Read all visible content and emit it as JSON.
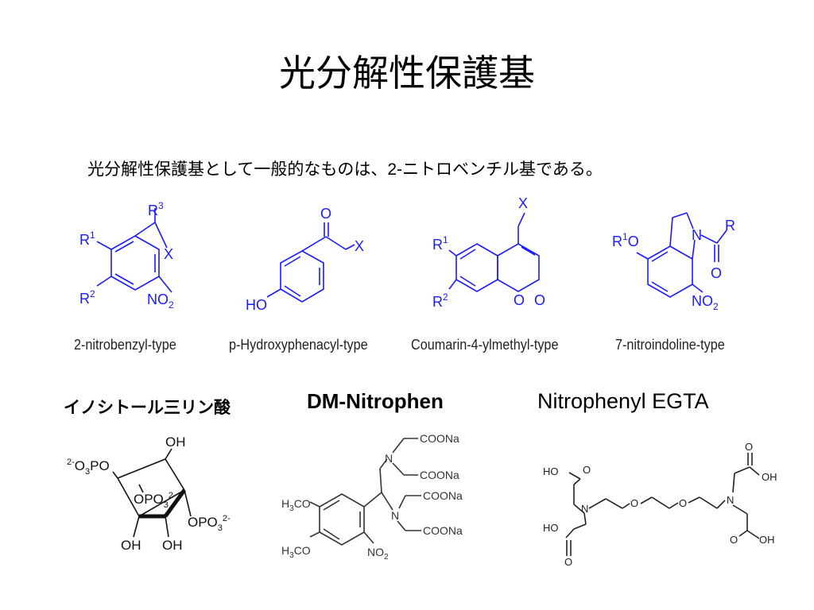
{
  "slide": {
    "title": "光分解性保護基",
    "intro_text": "光分解性保護基として一般的なものは、",
    "intro_num": "2-",
    "intro_rest": "ニトロベンチル基である。"
  },
  "structures": [
    {
      "name": "2-nitrobenzyl-type",
      "caption": "2-nitrobenzyl-type",
      "labels": {
        "r1": "R",
        "r1_sup": "1",
        "r2": "R",
        "r2_sup": "2",
        "r3": "R",
        "r3_sup": "3",
        "x": "X",
        "no2": "NO",
        "no2_sub": "2"
      }
    },
    {
      "name": "p-hydroxyphenacyl-type",
      "caption": "p-Hydroxyphenacyl-type",
      "labels": {
        "o": "O",
        "x": "X",
        "ho": "HO"
      }
    },
    {
      "name": "coumarin-4-ylmethyl-type",
      "caption": "Coumarin-4-ylmethyl-type",
      "labels": {
        "x": "X",
        "r1": "R",
        "r1_sup": "1",
        "r2": "R",
        "r2_sup": "2",
        "o_ring": "O",
        "o_keto": "O"
      }
    },
    {
      "name": "7-nitroindoline-type",
      "caption": "7-nitroindoline-type",
      "labels": {
        "r1o": "R",
        "r1o_sup": "1",
        "o": "O",
        "n": "N",
        "r": "R",
        "o_acyl": "O",
        "no2": "NO",
        "no2_sub": "2"
      }
    }
  ],
  "compounds": [
    {
      "name": "inositol-trisphosphate",
      "label": "イノシトール三リン酸",
      "atoms": {
        "oh_top": "OH",
        "opo3_left_pre": "2-",
        "opo3_left": "O",
        "opo3_left_sub": "3",
        "opo3_left_p": "PO",
        "opo3_mid": "OPO",
        "opo3_mid_sub": "3",
        "opo3_mid_sup": "2-",
        "opo3_right": "OPO",
        "opo3_right_sub": "3",
        "opo3_right_sup": "2-",
        "oh_bl": "OH",
        "oh_br": "OH"
      }
    },
    {
      "name": "dm-nitrophen",
      "label": "DM-Nitrophen",
      "atoms": {
        "coona1": "COONa",
        "coona2": "COONa",
        "coona3": "COONa",
        "coona4": "COONa",
        "n1": "N",
        "n2": "N",
        "h3co1": "H",
        "h3co1_sub": "3",
        "h3co1_tail": "CO",
        "h3co2": "H",
        "h3co2_sub": "3",
        "h3co2_tail": "CO",
        "no2": "NO",
        "no2_sub": "2"
      }
    },
    {
      "name": "nitrophenyl-egta",
      "label": "Nitrophenyl EGTA",
      "atoms": {
        "ho_tl": "HO",
        "o_tl": "O",
        "o_tr": "O",
        "oh_tr": "OH",
        "n_l": "N",
        "o_e1": "O",
        "o_e2": "O",
        "n_r": "N",
        "ho_bl": "HO",
        "o_bl": "O",
        "o_br": "O",
        "oh_br": "OH"
      }
    }
  ],
  "colors": {
    "structure_blue": "#1a1aff",
    "text": "#000000",
    "caption": "#222222"
  }
}
